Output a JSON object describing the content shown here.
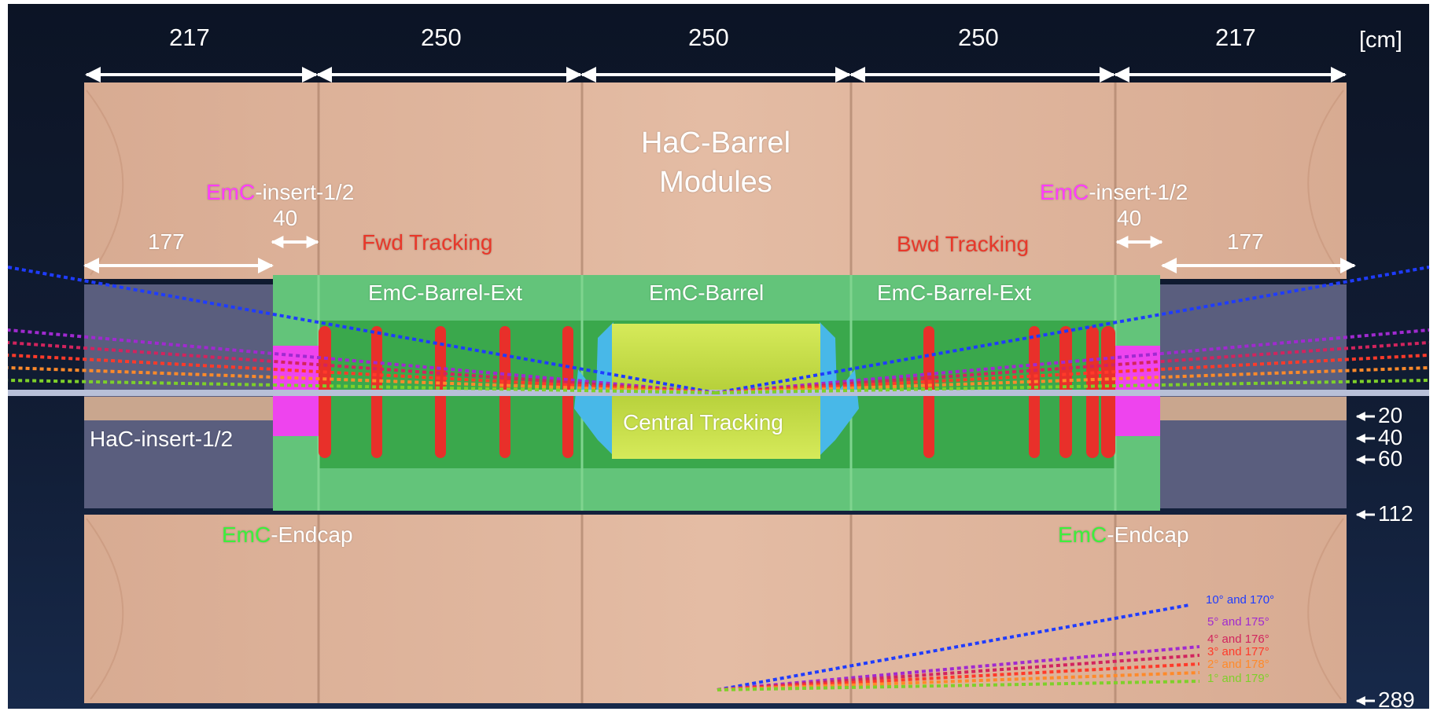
{
  "top_dimensions": [
    "217",
    "250",
    "250",
    "250",
    "217"
  ],
  "unit": "[cm]",
  "hac_barrel": [
    "HaC-Barrel",
    "Modules"
  ],
  "emc_insert_left": {
    "prefix": "EmC",
    "suffix": "-insert-1/2"
  },
  "emc_insert_right": {
    "prefix": "EmC",
    "suffix": "-insert-1/2"
  },
  "gap_left": "40",
  "gap_right": "40",
  "insert_len_left": "177",
  "insert_len_right": "177",
  "fwd_tracking": "Fwd Tracking",
  "bwd_tracking": "Bwd Tracking",
  "emc_barrel_ext_left": "EmC-Barrel-Ext",
  "emc_barrel": "EmC-Barrel",
  "emc_barrel_ext_right": "EmC-Barrel-Ext",
  "central_tracking": "Central Tracking",
  "hac_insert": "HaC-insert-1/2",
  "emc_endcap_left": {
    "prefix": "EmC",
    "suffix": "-Endcap"
  },
  "emc_endcap_right": {
    "prefix": "EmC",
    "suffix": "-Endcap"
  },
  "radial_markers": [
    "20",
    "40",
    "60",
    "112",
    "289"
  ],
  "angle_legend": [
    {
      "label": "10° and 170°",
      "color": "#1f3cff"
    },
    {
      "label": "5° and 175°",
      "color": "#a02ad0"
    },
    {
      "label": "4° and 176°",
      "color": "#d2245e"
    },
    {
      "label": "3° and 177°",
      "color": "#ff3a2a"
    },
    {
      "label": "2° and 178°",
      "color": "#ff8a2a"
    },
    {
      "label": "1° and 179°",
      "color": "#7ed02a"
    }
  ],
  "colors": {
    "hac": "#e4bca4",
    "hac_insert": "#5a5e7e",
    "emc_barrel": "#63c47a",
    "tracking_disk": "#e8302a",
    "central_tracker": "#c8e04a",
    "emc_insert": "#ee44ee",
    "beam_pipe": "#b8c0d8"
  }
}
